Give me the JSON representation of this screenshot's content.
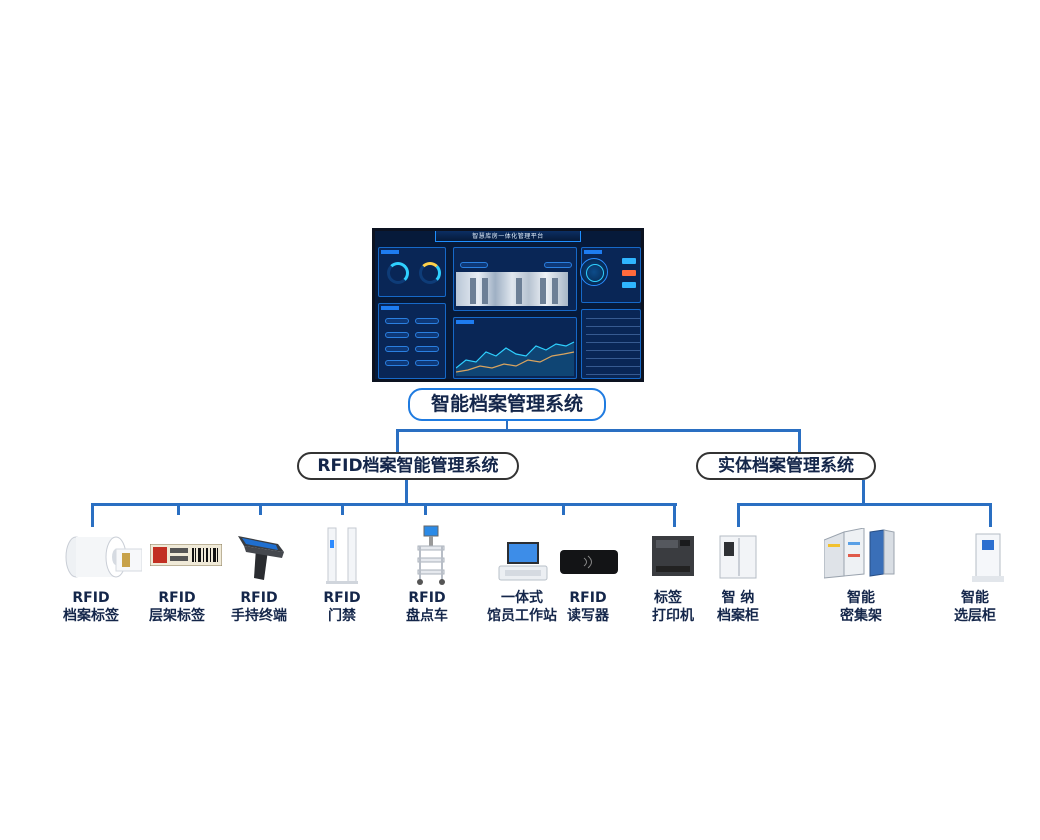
{
  "dashboard": {
    "title": "智慧库房一体化管理平台"
  },
  "root": {
    "label": "智能档案管理系统"
  },
  "branches": {
    "rfid": {
      "label": "RFID档案智能管理系统"
    },
    "physical": {
      "label": "实体档案管理系统"
    }
  },
  "rfid_items": [
    {
      "line1": "RFID",
      "line2": "档案标签"
    },
    {
      "line1": "RFID",
      "line2": "层架标签"
    },
    {
      "line1": "RFID",
      "line2": "手持终端"
    },
    {
      "line1": "RFID",
      "line2": "门禁"
    },
    {
      "line1": "RFID",
      "line2": "盘点车"
    },
    {
      "line1": "一体式",
      "line2": "馆员工作站"
    },
    {
      "line1": "RFID",
      "line2": "读写器"
    },
    {
      "line1": "标签",
      "line2": "打印机"
    }
  ],
  "physical_items": [
    {
      "line1": "智 纳",
      "line2": "档案柜"
    },
    {
      "line1": "智能",
      "line2": "密集架"
    },
    {
      "line1": "智能",
      "line2": "选层柜"
    }
  ],
  "colors": {
    "connector": "#2a6fc2",
    "root_border": "#1f7be0",
    "dashboard_bg": "#061a3a"
  }
}
